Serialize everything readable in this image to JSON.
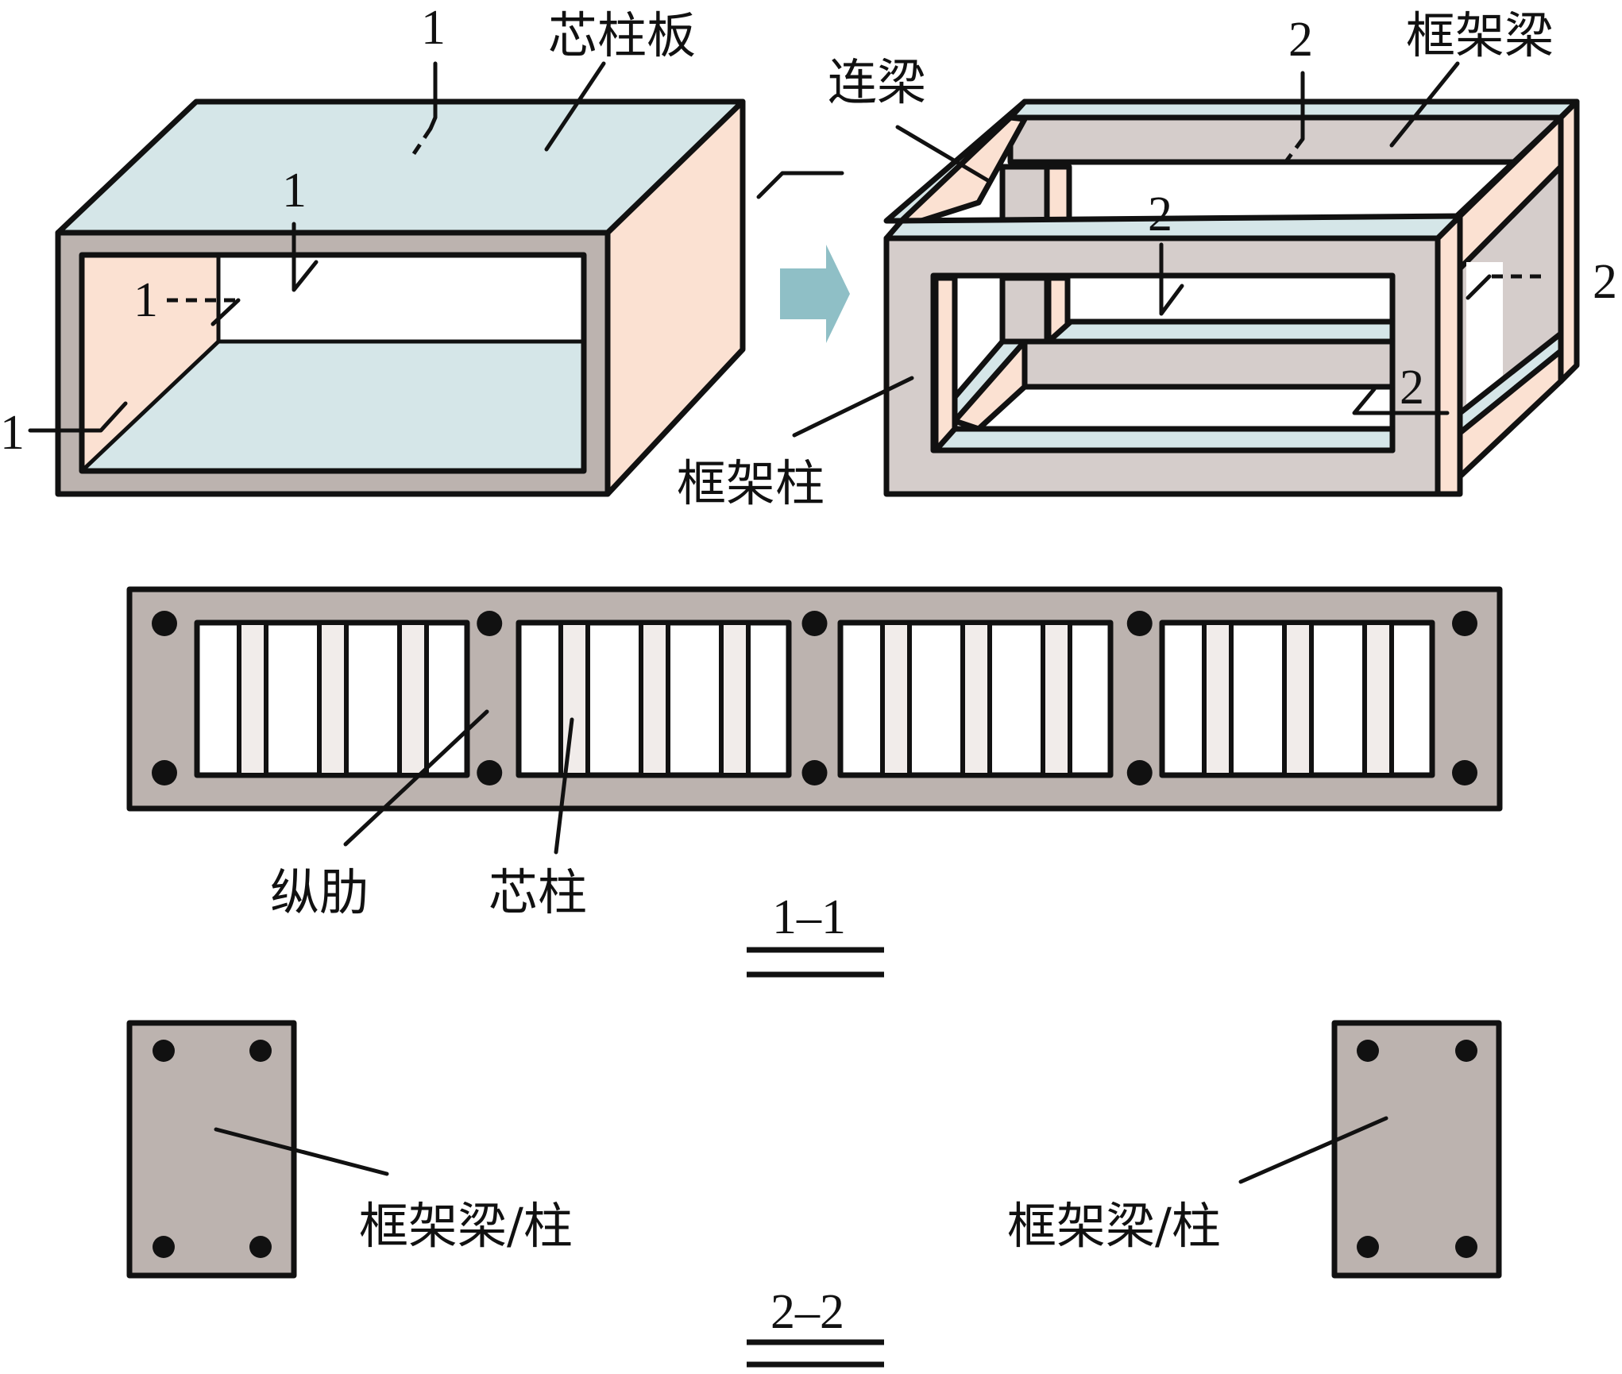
{
  "colors": {
    "blue_face": "#d5e6e8",
    "peach_face": "#fbe1d2",
    "frame_gray": "#d5cdcb",
    "panel_gray": "#bcb3af",
    "core_strip": "#f1ecea",
    "arrow": "#8fbfc6",
    "ink": "#111111"
  },
  "left_figure": {
    "label_core_plate": "芯柱板",
    "section_marks": [
      "1",
      "1",
      "1",
      "1"
    ]
  },
  "transform_arrow": {
    "icon": "right-arrow-icon"
  },
  "right_figure": {
    "label_coupling_beam": "连梁",
    "label_frame_beam": "框架梁",
    "label_frame_column": "框架柱",
    "section_marks": [
      "2",
      "2",
      "2",
      "2"
    ]
  },
  "section_1_1": {
    "title": "1–1",
    "bays": 4,
    "core_strips_per_bay": 3,
    "rebar_dots": 10,
    "label_rib": "纵肋",
    "label_core_column": "芯柱"
  },
  "section_2_2": {
    "title": "2–2",
    "members": [
      {
        "label": "框架梁/柱",
        "rebar_dots": 4
      },
      {
        "label": "框架梁/柱",
        "rebar_dots": 4
      }
    ]
  }
}
